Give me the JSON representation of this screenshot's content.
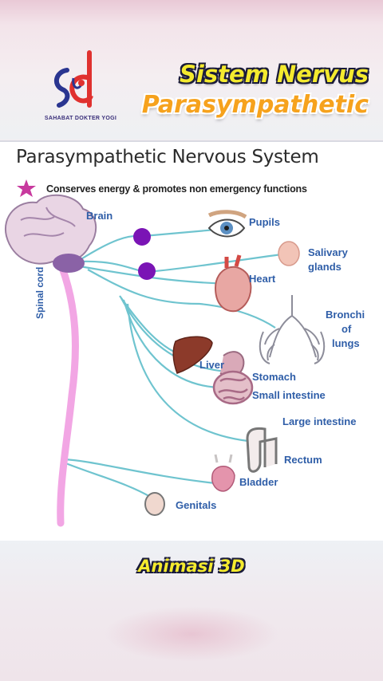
{
  "header": {
    "logo_text": "SAHABAT DOKTER YOGI",
    "title_line1": "Sistem Nervus",
    "title_line2": "Parasympathetic"
  },
  "diagram": {
    "title": "Parasympathetic Nervous System",
    "subtitle": "Conserves energy & promotes non emergency functions",
    "labels": {
      "brain": "Brain",
      "spinal_cord": "Spinal cord",
      "pupils": "Pupils",
      "salivary_1": "Salivary",
      "salivary_2": "glands",
      "heart": "Heart",
      "bronchi_1": "Bronchi",
      "bronchi_2": "of",
      "bronchi_3": "lungs",
      "liver": "Liver",
      "stomach": "Stomach",
      "small_intestine": "Small intestine",
      "large_intestine": "Large intestine",
      "rectum": "Rectum",
      "bladder": "Bladder",
      "genitals": "Genitals"
    },
    "colors": {
      "nerve_line": "#6fc4cf",
      "spinal_cord": "#f2a6e4",
      "label": "#2f5ea8",
      "ganglion": "#7a14b5",
      "star": "#c8399e"
    }
  },
  "footer": {
    "caption": "Animasi 3D"
  }
}
